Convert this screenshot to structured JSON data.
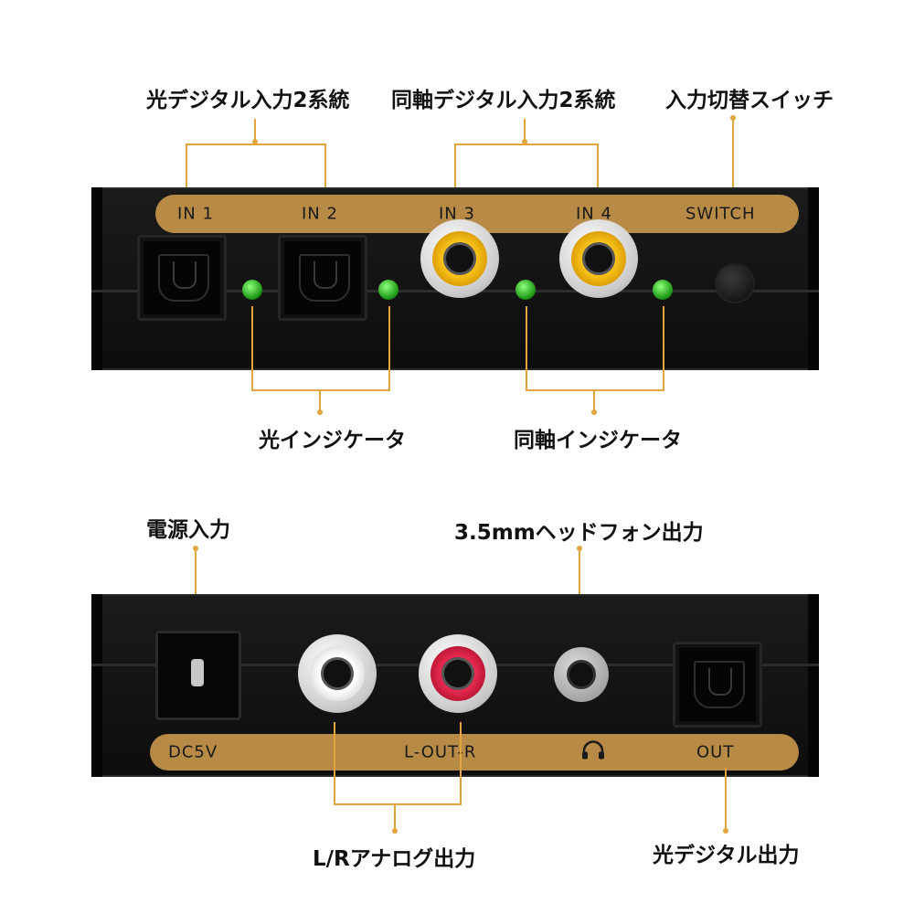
{
  "top": {
    "callouts": {
      "optical_in": "光デジタル入力2系統",
      "coax_in": "同軸デジタル入力2系統",
      "switch": "入力切替スイッチ",
      "optical_ind": "光インジケータ",
      "coax_ind": "同軸インジケータ"
    },
    "band": {
      "in1": "IN 1",
      "in2": "IN 2",
      "in3": "IN 3",
      "in4": "IN 4",
      "switch": "SWITCH"
    }
  },
  "bottom": {
    "callouts": {
      "power": "電源入力",
      "headphone": "3.5mmヘッドフォン出力",
      "analog": "L/Rアナログ出力",
      "optical_out": "光デジタル出力"
    },
    "band": {
      "dc": "DC5V",
      "lout": "L-OUT-R",
      "headphone_icon": "headphone-icon",
      "out": "OUT"
    }
  },
  "colors": {
    "accent": "#e2a43c",
    "band": "#b78a45",
    "device": "#111111",
    "led": "#2fbf2a",
    "rca_yellow": "#f2b20a",
    "rca_red": "#d01a3c",
    "rca_white": "#f4f4f4"
  }
}
